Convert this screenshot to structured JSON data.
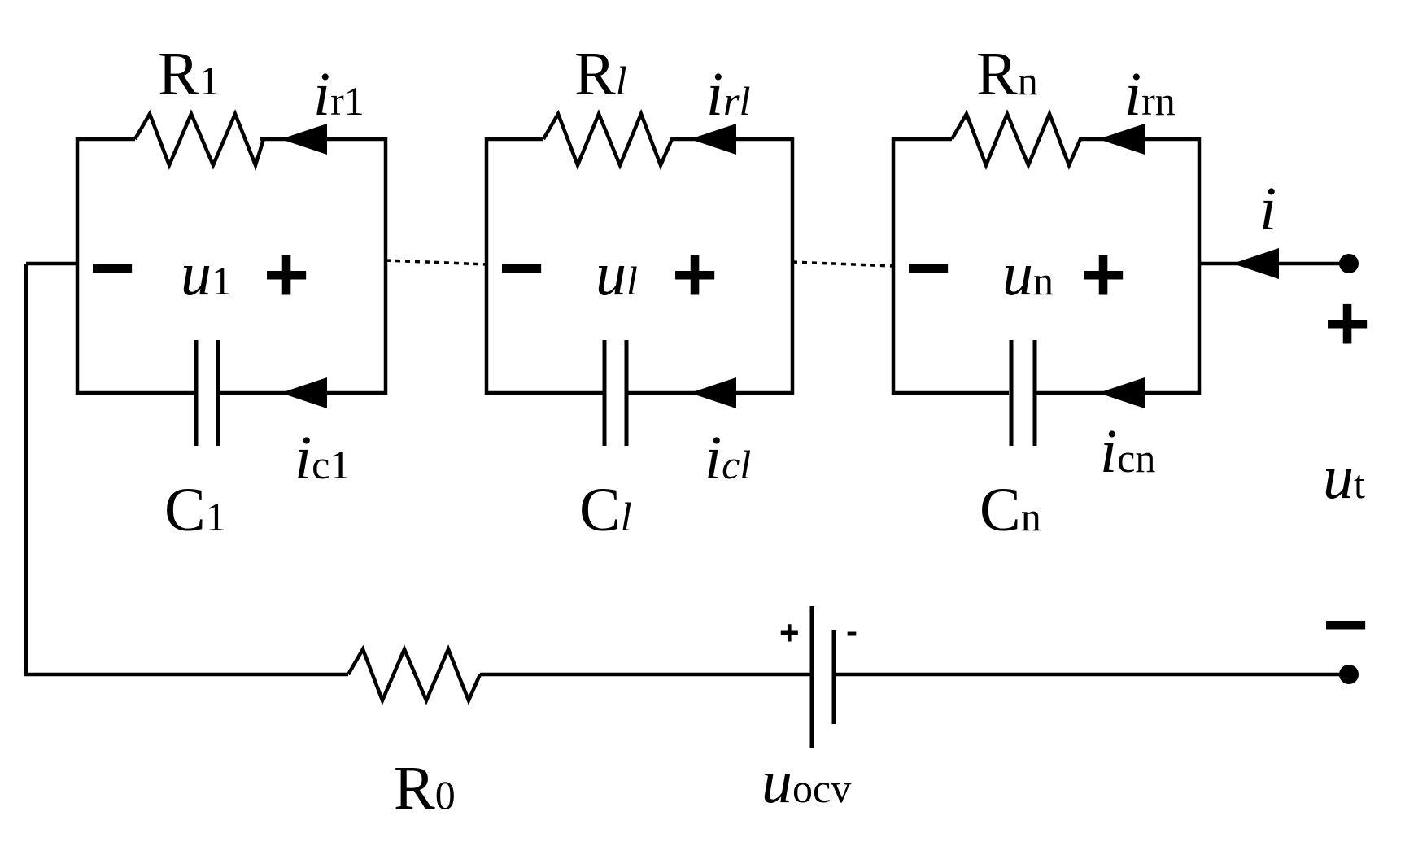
{
  "circuit": {
    "rc_branches": [
      {
        "resistor": {
          "symbol": "R",
          "sub": "1",
          "sub_italic": false
        },
        "resistor_current": {
          "symbol": "i",
          "sub": "r1",
          "sub_italic": false
        },
        "voltage": {
          "symbol": "u",
          "sub": "1",
          "sub_italic": false,
          "minus": "−",
          "plus": "+"
        },
        "capacitor": {
          "symbol": "C",
          "sub": "1",
          "sub_italic": false
        },
        "capacitor_current": {
          "symbol": "i",
          "sub": "c1",
          "sub_italic": false
        }
      },
      {
        "resistor": {
          "symbol": "R",
          "sub": "l",
          "sub_italic": true
        },
        "resistor_current": {
          "symbol": "i",
          "sub": "rl",
          "sub_italic": true
        },
        "voltage": {
          "symbol": "u",
          "sub": "l",
          "sub_italic": true,
          "minus": "−",
          "plus": "+"
        },
        "capacitor": {
          "symbol": "C",
          "sub": "l",
          "sub_italic": true
        },
        "capacitor_current": {
          "symbol": "i",
          "sub": "cl",
          "sub_italic": true
        }
      },
      {
        "resistor": {
          "symbol": "R",
          "sub": "n",
          "sub_italic": false
        },
        "resistor_current": {
          "symbol": "i",
          "sub": "rn",
          "sub_italic": false
        },
        "voltage": {
          "symbol": "u",
          "sub": "n",
          "sub_italic": false,
          "minus": "−",
          "plus": "+"
        },
        "capacitor": {
          "symbol": "C",
          "sub": "n",
          "sub_italic": false
        },
        "capacitor_current": {
          "symbol": "i",
          "sub": "cn",
          "sub_italic": false
        }
      }
    ],
    "series_resistor": {
      "symbol": "R",
      "sub": "0"
    },
    "ocv_source": {
      "symbol": "u",
      "sub": "ocv",
      "plus": "+",
      "minus": "-"
    },
    "load_current": {
      "symbol": "i"
    },
    "terminal": {
      "symbol": "u",
      "sub": "t",
      "plus": "+",
      "minus": "−"
    }
  }
}
